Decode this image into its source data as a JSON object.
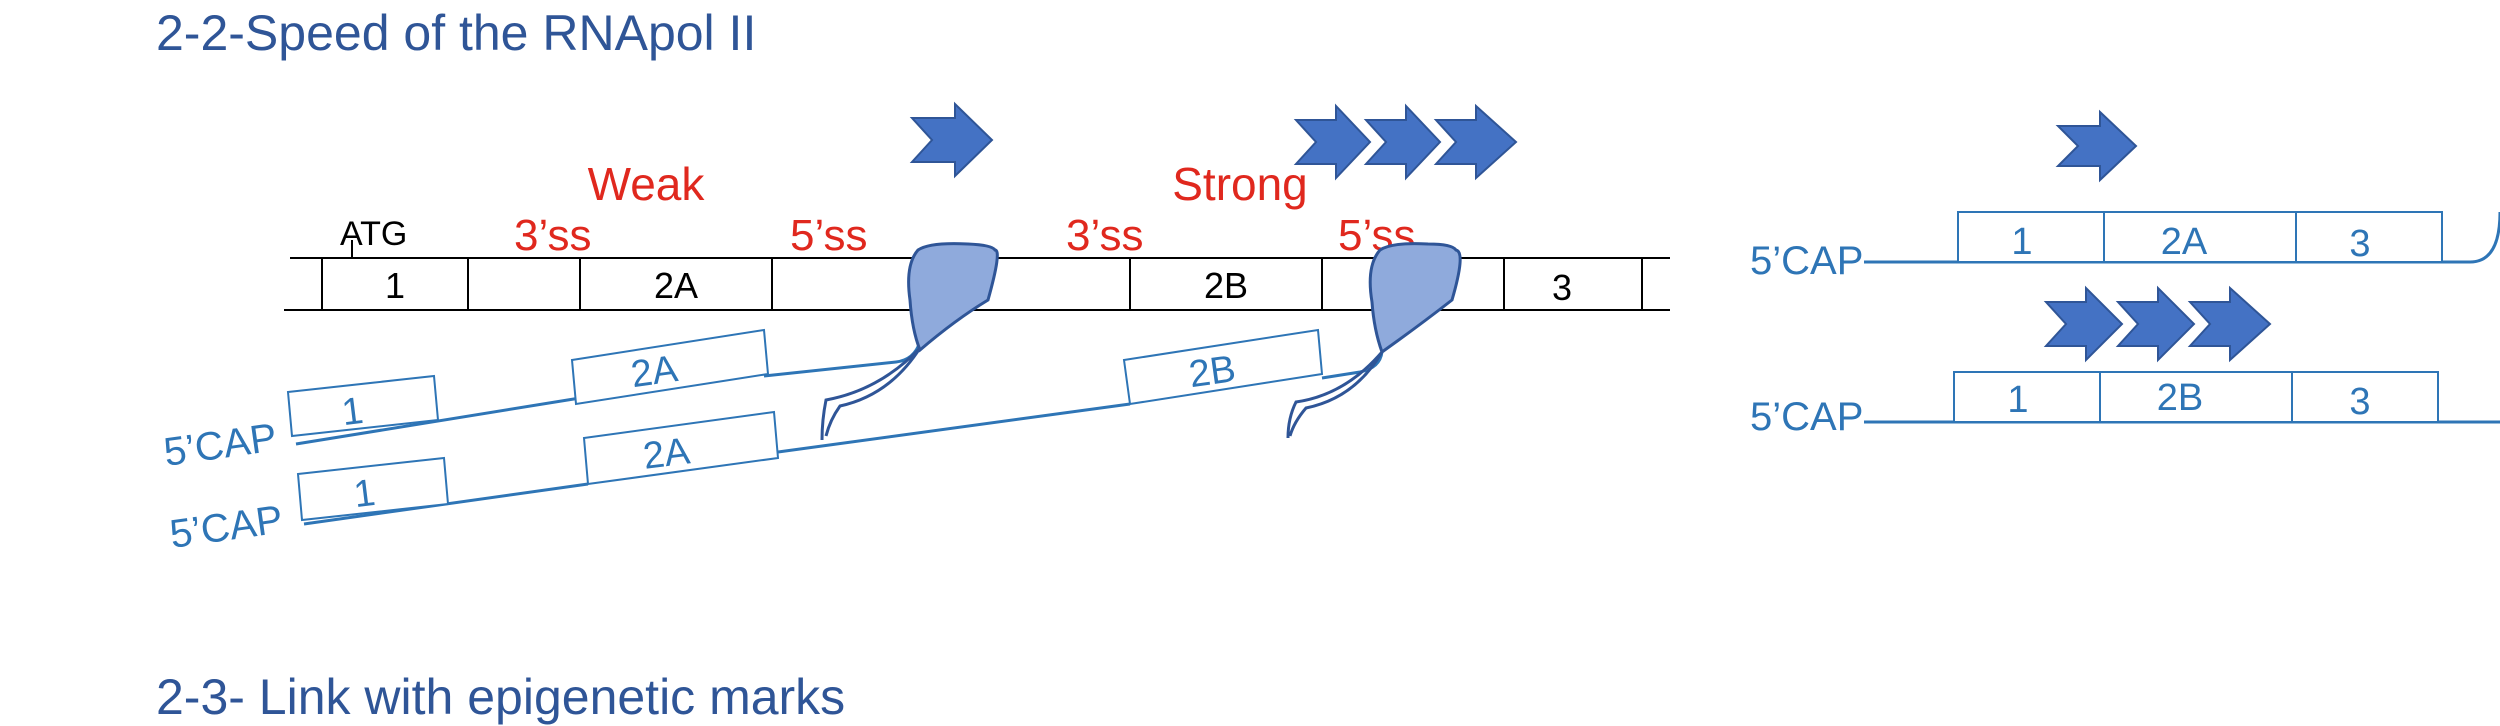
{
  "sections": {
    "speed_title": "2-2-Speed of the RNApol II",
    "epigenetic_title": "2-3- Link with epigenetic marks"
  },
  "gene": {
    "atg": "ATG",
    "exon_1": "1",
    "exon_2a": "2A",
    "exon_2b": "2B",
    "exon_3": "3"
  },
  "splice_sites": {
    "weak": "Weak",
    "strong": "Strong",
    "ss3": "3’ss",
    "ss5": "5’ss"
  },
  "transcripts": {
    "cap": "5’CAP",
    "exon_1": "1",
    "exon_2a": "2A",
    "exon_2b": "2B",
    "exon_3": "3"
  },
  "colors": {
    "title": "#2f5597",
    "splice_site": "#e0281e",
    "transcript": "#2e75b6",
    "arrow_fill": "#4472c4",
    "polymerase": "#8faadc"
  }
}
